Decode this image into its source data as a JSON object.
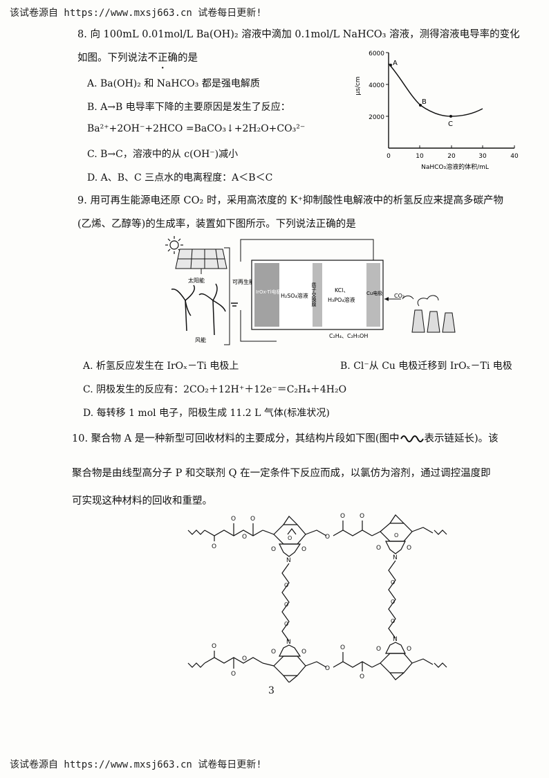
{
  "header": {
    "text": "该试卷源自 https://www.mxsj663.cn 试卷每日更新!"
  },
  "footer": {
    "text": "该试卷源自 https://www.mxsj663.cn 试卷每日更新!"
  },
  "page_number": "3",
  "q8": {
    "stem1": "8. 向 100mL 0.01mol/L Ba(OH)₂ 溶液中滴加 0.1mol/L NaHCO₃ 溶液，测得溶液电导率的变化",
    "stem2_a": "如图。下列说法",
    "stem2_b": "不正确",
    "stem2_c": "的是",
    "A": "A. Ba(OH)₂ 和 NaHCO₃ 都是强电解质",
    "B1": "B. A→B 电导率下降的主要原因是发生了反应：",
    "B2": "Ba²⁺+2OH⁻+2HCO  =BaCO₃↓+2H₂O+CO₃²⁻",
    "C": "C. B→C，溶液中的从 c(OH⁻)减小",
    "D": "D. A、B、C 三点水的电离程度：A＜B＜C",
    "chart": {
      "ylabel": "μs/cm",
      "xlabel": "NaHCO₃溶液的体积/mL",
      "yticks": [
        "2000",
        "4000",
        "6000"
      ],
      "xticks": [
        "0",
        "10",
        "20",
        "30",
        "40"
      ],
      "labelA": "A",
      "labelB": "B",
      "labelC": "C"
    }
  },
  "q9": {
    "stem1": "9. 用可再生能源电还原 CO₂ 时，采用高浓度的 K⁺抑制酸性电解液中的析氢反应来提高多碳产物",
    "stem2": "(乙烯、乙醇等)的生成率，装置如下图所示。下列说法正确的是",
    "diagram": {
      "solar": "太阳能",
      "wind": "风能",
      "source": "可再生能源",
      "irox": "IrOx-Ti电极",
      "h2so4": "H₂SO₄溶液",
      "membrane": "质子交换膜",
      "kcl1": "KCl、",
      "kcl2": "H₃PO₄溶液",
      "cu": "Cu电极",
      "co2": "CO₂",
      "products": "C₂H₄、C₂H₅OH"
    },
    "A": "A. 析氢反应发生在 IrOₓ－Ti 电极上",
    "B": "B. Cl⁻从 Cu 电极迁移到 IrOₓ－Ti 电极",
    "C": "C. 阴极发生的反应有：2CO₂＋12H⁺＋12e⁻＝C₂H₄＋4H₂O",
    "D": "D. 每转移 1 mol 电子，阳极生成 11.2 L 气体(标准状况)"
  },
  "q10": {
    "stem1": "10. 聚合物 A 是一种新型可回收材料的主要成分，其结构片段如下图(图中",
    "stem1b": "表示链延长)。该",
    "stem2": "聚合物是由线型高分子 P 和交联剂 Q 在一定条件下反应而成，以氯仿为溶剂，通过调控温度即",
    "stem3": "可实现这种材料的回收和重塑。"
  }
}
